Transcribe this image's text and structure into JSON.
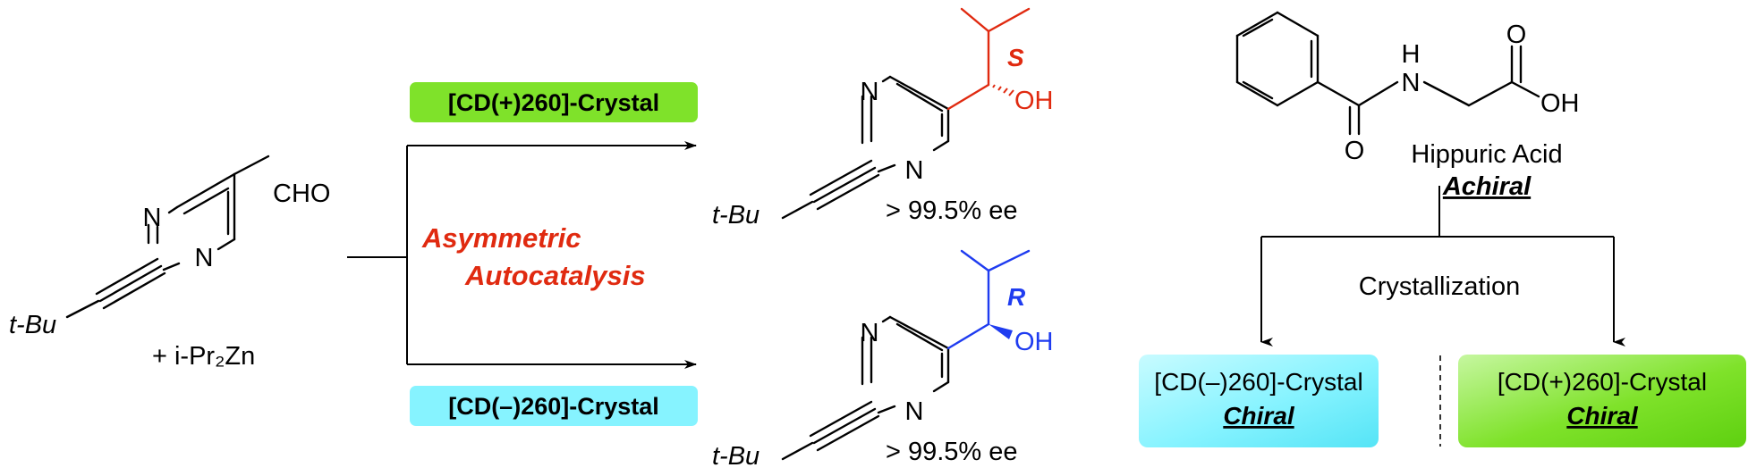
{
  "colors": {
    "red": "#e02a10",
    "blue": "#1f3cf0",
    "green_box": "#7fe22a",
    "cyan_box": "#86f3ff"
  },
  "reactant": {
    "aldehyde_label": "CHO",
    "n_top": "N",
    "n_bottom": "N",
    "tbu": "t-Bu",
    "reagent": "+ i-Pr₂Zn"
  },
  "conditions": {
    "top_crystal": "[CD(+)260]-Crystal",
    "bottom_crystal": "[CD(–)260]-Crystal",
    "process_line1": "Asymmetric",
    "process_line2": "Autocatalysis"
  },
  "products": [
    {
      "config": "S",
      "oh": "OH",
      "n_top": "N",
      "n_bottom": "N",
      "tbu": "t-Bu",
      "ee": "> 99.5% ee"
    },
    {
      "config": "R",
      "oh": "OH",
      "n_top": "N",
      "n_bottom": "N",
      "tbu": "t-Bu",
      "ee": "> 99.5% ee"
    }
  ],
  "hippuric": {
    "h_label": "H",
    "n_label": "N",
    "o_ketone": "O",
    "o_acid": "O",
    "oh_acid": "OH",
    "name": "Hippuric Acid",
    "achiral": "Achiral",
    "process": "Crystallization",
    "left_box": {
      "line1": "[CD(–)260]-Crystal",
      "line2": "Chiral"
    },
    "right_box": {
      "line1": "[CD(+)260]-Crystal",
      "line2": "Chiral"
    }
  }
}
